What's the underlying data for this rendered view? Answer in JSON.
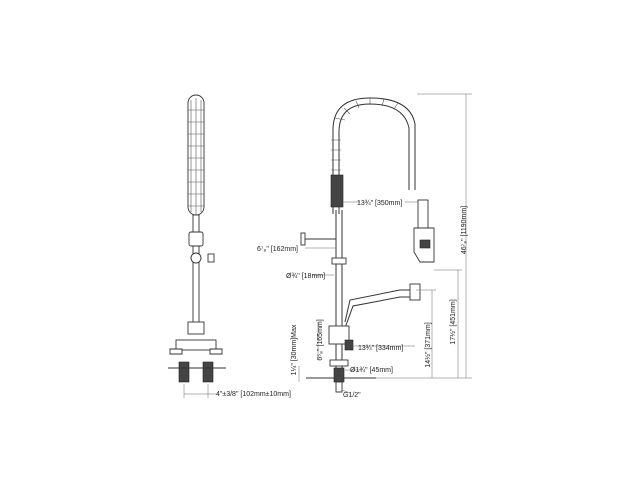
{
  "dimensions": {
    "spring_length": "13¾\" [350mm]",
    "wall_bracket_offset": "6⁷₈\" [162mm]",
    "tube_diameter": "Ø¾\" [18mm]",
    "riser_height": "6⁵₈\" [165mm]",
    "deck_thickness": "1¼\" [30mm]Max",
    "spout_reach": "13¾\" [334mm]",
    "flange_diameter": "Ø1¾\" [45mm]",
    "spout_height": "14½\" [371mm]",
    "overall_spout_height": "17½\" [451mm]",
    "overall_height": "46⁷₈\" [1190mm]",
    "center_spacing": "4\"±3/8\" [102mm±10mm]",
    "inlet_thread": "G1/2\""
  }
}
